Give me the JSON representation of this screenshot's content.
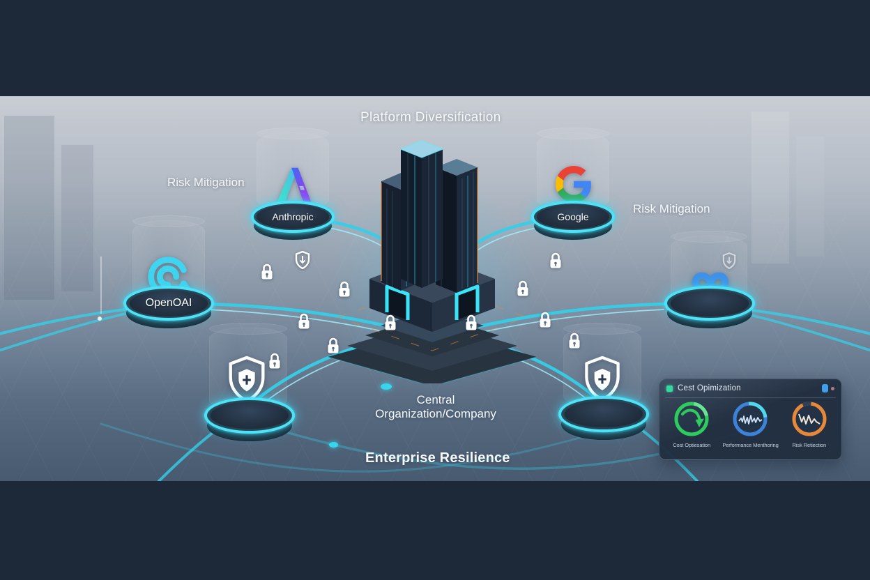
{
  "scene": {
    "title": "Platform Diversification",
    "left_caption": "Risk Mitigation",
    "right_caption": "Risk Mitigation",
    "central_label_line1": "Central",
    "central_label_line2": "Organization/Company",
    "bottom_caption": "Enterprise Resilience"
  },
  "nodes": {
    "anthropic": {
      "label": "Anthropic"
    },
    "google": {
      "label": "Google"
    },
    "openai": {
      "label": "OpenOAI"
    }
  },
  "panel": {
    "title": "Cest Opimization",
    "gauges": [
      {
        "label": "Cost Optiesation",
        "color": "#2ecc5e",
        "icon": "curved-down-arrow"
      },
      {
        "label": "Performance Menthoring",
        "color": "#3b82d8",
        "icon": "waveform"
      },
      {
        "label": "Risk Retiection",
        "color": "#e8883a",
        "icon": "jagged-line"
      }
    ]
  },
  "colors": {
    "accent_cyan": "#3fd8ef",
    "band_navy": "#1d2939",
    "lock_white": "#ffffff",
    "anthropic_teal": "#3ae8c0",
    "anthropic_purple": "#9a3cf2",
    "google_red": "#EA4335",
    "google_blue": "#4285F4",
    "google_yellow": "#FBBC05",
    "google_green": "#34A853",
    "meta_infinity_blue": "#3f8fe8"
  }
}
